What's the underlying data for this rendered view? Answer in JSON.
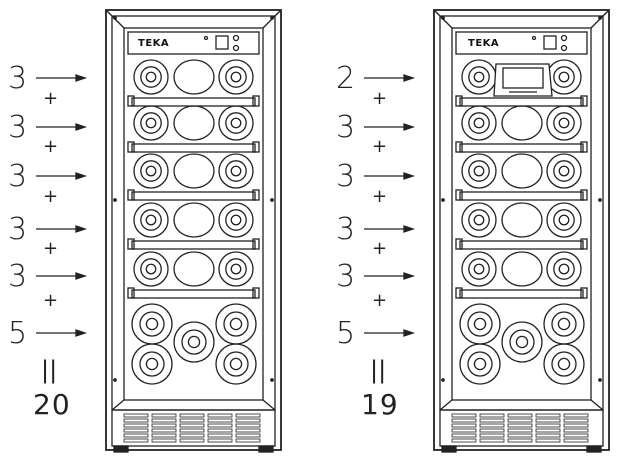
{
  "brand": "TEKA",
  "left": {
    "counts": [
      "3",
      "3",
      "3",
      "3",
      "3",
      "5"
    ],
    "plus_signs": [
      "+",
      "+",
      "+",
      "+",
      "+"
    ],
    "equals": "||",
    "total": "20"
  },
  "right": {
    "counts": [
      "2",
      "3",
      "3",
      "3",
      "3",
      "5"
    ],
    "plus_signs": [
      "+",
      "+",
      "+",
      "+",
      "+"
    ],
    "equals": "||",
    "total": "19"
  }
}
